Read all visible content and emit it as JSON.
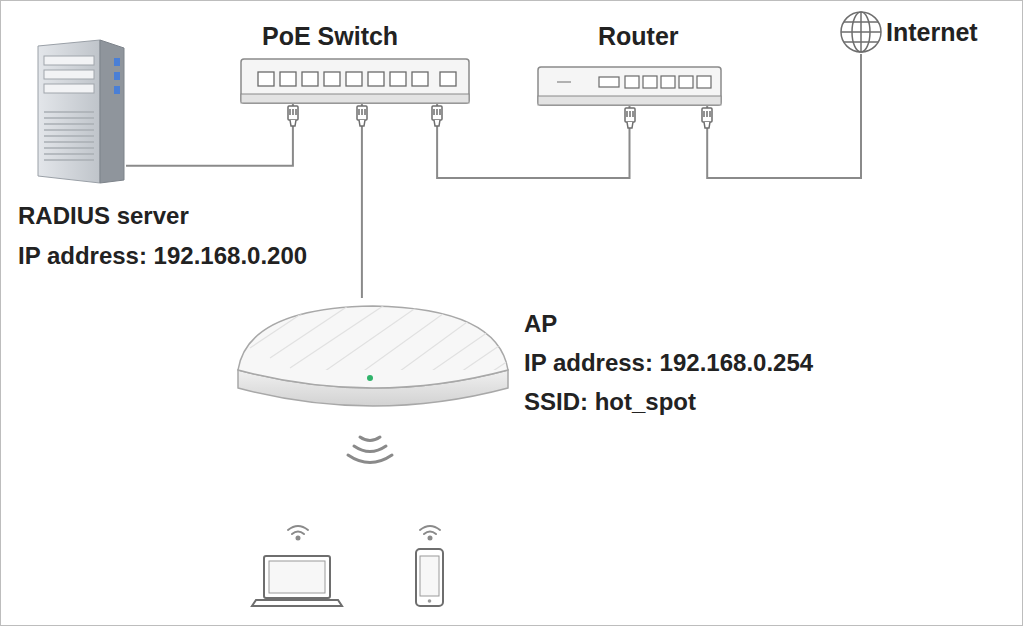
{
  "diagram": {
    "nodes": [
      {
        "text": [
          "RADIUS server",
          "IP address: 192.168.0.200"
        ]
      },
      {
        "text": [
          "PoE Switch"
        ]
      },
      {
        "text": [
          "Router"
        ]
      },
      {
        "text": [
          "Internet"
        ]
      },
      {
        "text": [
          "AP",
          "IP address: 192.168.0.254",
          "SSID: hot_spot"
        ]
      }
    ],
    "edges": [
      {
        "from": 0,
        "to": 1,
        "arrow": "none"
      },
      {
        "from": 1,
        "to": 4,
        "arrow": "none"
      },
      {
        "from": 1,
        "to": 2,
        "arrow": "none"
      },
      {
        "from": 2,
        "to": 3,
        "arrow": "none"
      }
    ]
  }
}
